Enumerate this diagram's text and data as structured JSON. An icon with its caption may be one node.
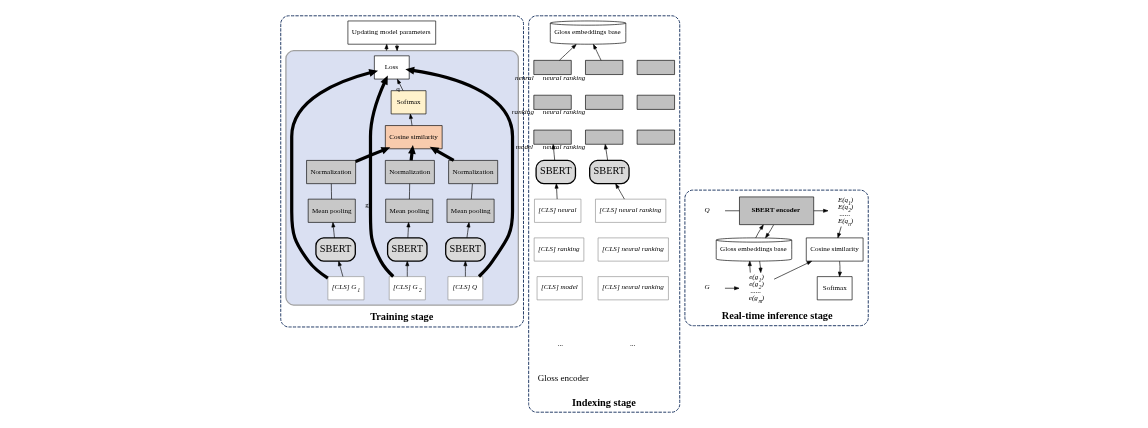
{
  "diagram": {
    "nodes": [
      {
        "text": [
          "Training stage"
        ]
      },
      {
        "text": [],
        "shape": "box",
        "in": 0
      },
      {
        "text": [
          "Loss"
        ],
        "in": 1
      },
      {
        "text": [
          "Softmax"
        ],
        "in": 1
      },
      {
        "text": [
          "Cosine similarity"
        ],
        "in": 1
      },
      {
        "text": [
          "Normalization"
        ],
        "in": 1
      },
      {
        "text": [
          "Normalization"
        ],
        "in": 1
      },
      {
        "text": [
          "Normalization"
        ],
        "in": 1
      },
      {
        "text": [
          "Mean pooling"
        ],
        "in": 1
      },
      {
        "text": [
          "Mean pooling"
        ],
        "in": 1
      },
      {
        "text": [
          "Mean pooling"
        ],
        "in": 1
      },
      {
        "text": [
          "SBERT"
        ],
        "in": 1
      },
      {
        "text": [
          "SBERT"
        ],
        "in": 1
      },
      {
        "text": [
          "SBERT"
        ],
        "in": 1
      },
      {
        "text": [
          "[CLS] Q"
        ],
        "in": 1
      },
      {
        "text": [
          "[CLS] G$_{1}$"
        ],
        "in": 1
      },
      {
        "text": [
          "[CLS] G$_{2}$"
        ],
        "in": 1
      },
      {
        "text": [
          "Updating model parameters"
        ],
        "in": 0
      },
      {
        "text": [
          "Indexing stage"
        ]
      },
      {
        "text": [
          "Gloss embeddings base"
        ],
        "in": 18
      },
      {
        "text": [],
        "shape": "box",
        "in": 18,
        "beside": [
          "neural"
        ]
      },
      {
        "text": [],
        "shape": "box",
        "in": 18,
        "beside": [
          "neural ranking"
        ]
      },
      {
        "text": [],
        "shape": "box",
        "in": 18
      },
      {
        "text": [],
        "shape": "box",
        "in": 18,
        "beside": [
          "ranking"
        ]
      },
      {
        "text": [],
        "shape": "box",
        "in": 18,
        "beside": [
          "neural ranking"
        ]
      },
      {
        "text": [],
        "shape": "box",
        "in": 18
      },
      {
        "text": [],
        "shape": "box",
        "in": 18,
        "beside": [
          "model"
        ]
      },
      {
        "text": [],
        "shape": "box",
        "in": 18,
        "beside": [
          "neural ranking"
        ]
      },
      {
        "text": [],
        "shape": "box",
        "in": 18
      },
      {
        "text": [
          "SBERT"
        ],
        "in": 18
      },
      {
        "text": [
          "SBERT"
        ],
        "in": 18
      },
      {
        "text": [
          "[CLS] neural"
        ],
        "in": 18
      },
      {
        "text": [
          "[CLS] neural ranking"
        ],
        "in": 18
      },
      {
        "text": [
          "[CLS] ranking"
        ],
        "in": 18
      },
      {
        "text": [
          "[CLS] neural ranking"
        ],
        "in": 18
      },
      {
        "text": [
          "[CLS] model"
        ],
        "in": 18
      },
      {
        "text": [
          "[CLS] neural ranking"
        ],
        "in": 18
      },
      {
        "text": [
          "Real-time inference stage"
        ]
      },
      {
        "text": [
          "SBERT encoder"
        ],
        "in": 37
      },
      {
        "text": [
          "Gloss embeddings base"
        ],
        "in": 37
      },
      {
        "text": [
          "E(q$_{1}$)",
          "E(q$_{2}$)",
          "......",
          "E(q$_{n}$)"
        ],
        "in": 37
      },
      {
        "text": [
          "e(g$_{1}$)",
          "e(g$_{2}$)",
          "......",
          "e(g$_{m}$)"
        ],
        "in": 37
      },
      {
        "text": [
          "Cosine similarity"
        ],
        "in": 37
      },
      {
        "text": [
          "Softmax"
        ],
        "in": 37
      },
      {
        "text": [
          "Q"
        ],
        "in": 37
      },
      {
        "text": [
          "G"
        ],
        "in": 37
      }
    ],
    "edges": [
      {
        "from": 14,
        "to": 11,
        "arrow": "to"
      },
      {
        "from": 15,
        "to": 12,
        "arrow": "to"
      },
      {
        "from": 16,
        "to": 13,
        "arrow": "to"
      },
      {
        "from": 11,
        "to": 8,
        "arrow": "to"
      },
      {
        "from": 12,
        "to": 9,
        "arrow": "to"
      },
      {
        "from": 13,
        "to": 10,
        "arrow": "to"
      },
      {
        "from": 8,
        "to": 5,
        "arrow": "none"
      },
      {
        "from": 9,
        "to": 6,
        "arrow": "none"
      },
      {
        "from": 10,
        "to": 7,
        "arrow": "none"
      },
      {
        "from": 5,
        "to": 4,
        "arrow": "to",
        "style": "thick"
      },
      {
        "from": 6,
        "to": 4,
        "arrow": "to",
        "style": "thick"
      },
      {
        "from": 7,
        "to": 4,
        "arrow": "to",
        "style": "thick"
      },
      {
        "from": 4,
        "to": 3,
        "arrow": "to"
      },
      {
        "from": 3,
        "to": 2,
        "arrow": "to",
        "label": "q"
      },
      {
        "from": 14,
        "to": 2,
        "arrow": "to",
        "style": "thick"
      },
      {
        "from": 15,
        "to": 2,
        "arrow": "to",
        "style": "thick"
      },
      {
        "from": 16,
        "to": 2,
        "arrow": "to",
        "style": "thick",
        "label": "g$_{i}$"
      },
      {
        "from": 1,
        "to": 17,
        "arrow": "to"
      },
      {
        "from": 17,
        "to": 1,
        "arrow": "to"
      },
      {
        "from": 31,
        "to": 29,
        "arrow": "to"
      },
      {
        "from": 32,
        "to": 30,
        "arrow": "to"
      },
      {
        "from": 29,
        "to": 26,
        "arrow": "to"
      },
      {
        "from": 30,
        "to": 27,
        "arrow": "to"
      },
      {
        "from": 20,
        "to": 19,
        "arrow": "to"
      },
      {
        "from": 21,
        "to": 19,
        "arrow": "to"
      },
      {
        "from": 44,
        "to": 38,
        "arrow": "none"
      },
      {
        "from": 38,
        "to": 40,
        "arrow": "to"
      },
      {
        "from": 38,
        "to": 39,
        "arrow": "to"
      },
      {
        "from": 39,
        "to": 38,
        "arrow": "to"
      },
      {
        "from": 39,
        "to": 41,
        "arrow": "to"
      },
      {
        "from": 41,
        "to": 39,
        "arrow": "to"
      },
      {
        "from": 45,
        "to": 41,
        "arrow": "to"
      },
      {
        "from": 40,
        "to": 42,
        "arrow": "to"
      },
      {
        "from": 41,
        "to": 42,
        "arrow": "to"
      },
      {
        "from": 42,
        "to": 43,
        "arrow": "to"
      }
    ],
    "labels": [
      "Gloss encoder",
      "...",
      "..."
    ]
  }
}
